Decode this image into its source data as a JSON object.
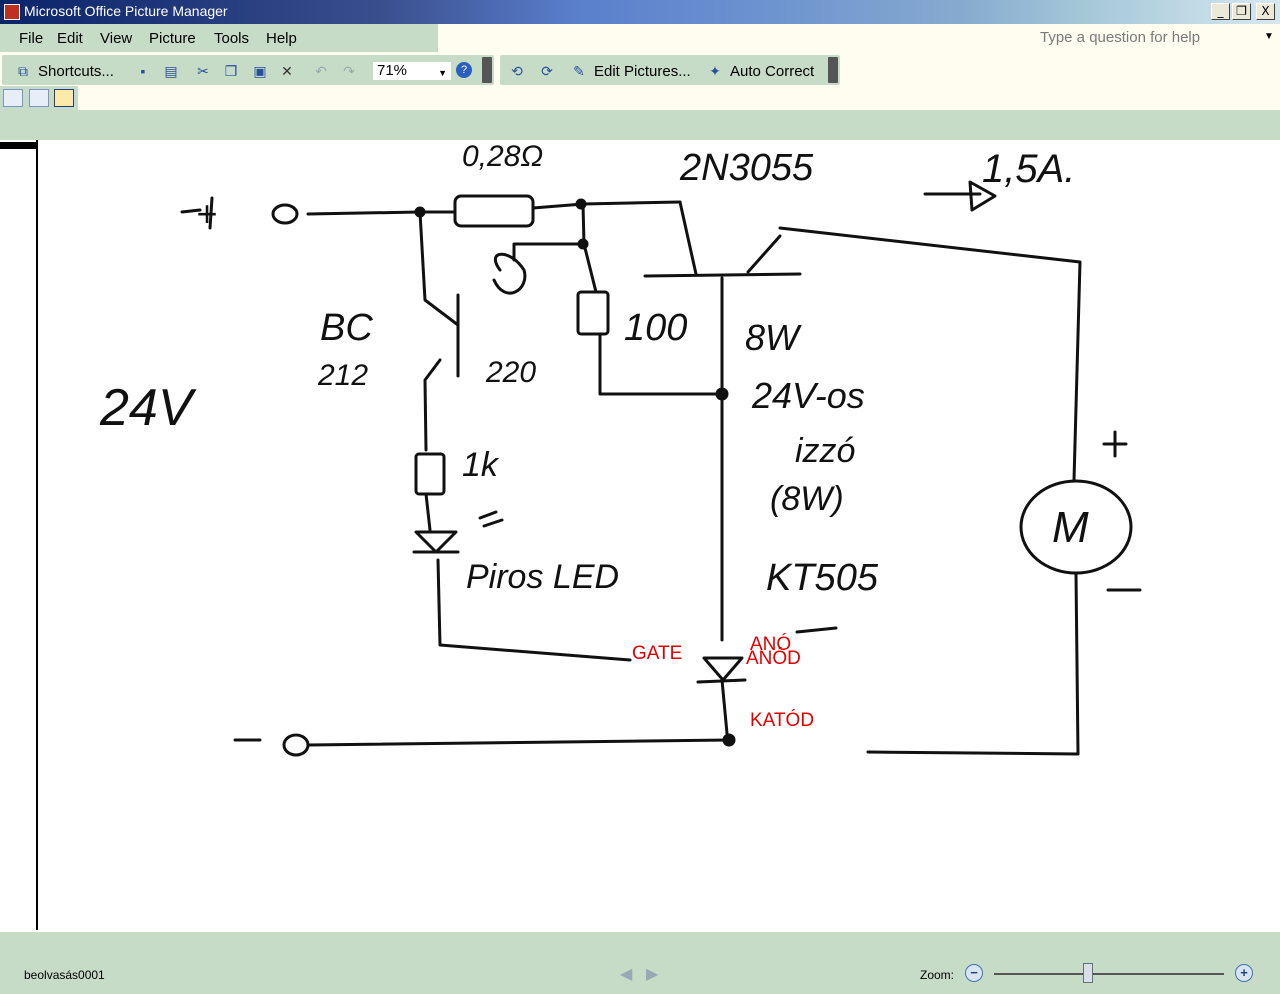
{
  "window": {
    "title": "Microsoft Office Picture Manager",
    "min_glyph": "_",
    "max_glyph": "❐",
    "close_glyph": "X"
  },
  "menu": {
    "items": [
      "File",
      "Edit",
      "View",
      "Picture",
      "Tools",
      "Help"
    ],
    "help_placeholder": "Type a question for help"
  },
  "toolbar": {
    "shortcuts_label": "Shortcuts...",
    "zoom_value": "71%",
    "edit_pictures_label": "Edit Pictures...",
    "auto_correct_label": "Auto Correct"
  },
  "schematic": {
    "handwritten": {
      "resistor_sense": "0,28Ω",
      "transistor_power": "2N3055",
      "current": "1,5A.",
      "plus_terminal": "+",
      "supply": "24V",
      "transistor_small": "BC",
      "transistor_small_num": "212",
      "r220": "220",
      "r100": "100",
      "r1k": "1k",
      "heater_line1": "8W",
      "heater_line2": "24V-os",
      "heater_line3": "izzó",
      "heater_line4": "(8W)",
      "led": "Piros LED",
      "thyristor": "KT505",
      "motor": "M",
      "motor_plus": "+",
      "motor_minus": "−",
      "minus_terminal": "−"
    },
    "annotations": {
      "gate": "GATE",
      "anod": "ANÓD",
      "anod_ghost": "ANÓ",
      "katod": "KATÓD"
    },
    "annotation_color": "#e00000"
  },
  "status": {
    "filename": "beolvasás0001",
    "zoom_label": "Zoom:",
    "zoom_fraction": 0.41
  }
}
